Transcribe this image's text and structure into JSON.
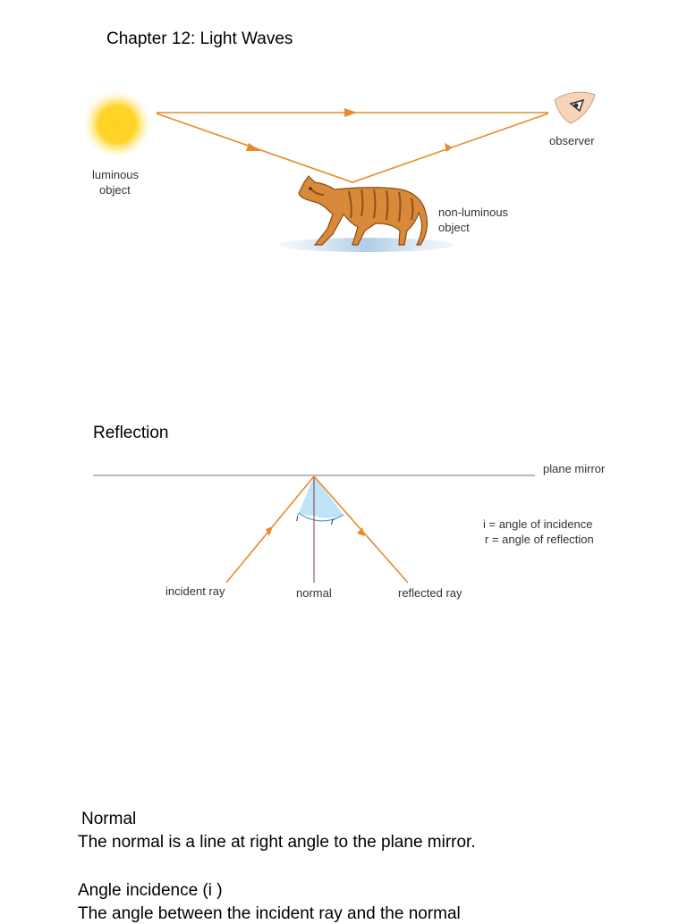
{
  "page_title": "Chapter 12: Light Waves",
  "diagram1": {
    "luminous_label_line1": "luminous",
    "luminous_label_line2": "object",
    "observer_label": "observer",
    "nonluminous_label_line1": "non-luminous",
    "nonluminous_label_line2": "object"
  },
  "reflection_heading": "Reflection",
  "diagram2": {
    "mirror_label": "plane mirror",
    "i_symbol": "i",
    "r_symbol": "r",
    "legend_i": "i = angle of incidence",
    "legend_r": "r = angle of reflection",
    "incident_label": "incident ray",
    "normal_label": "normal",
    "reflected_label": "reflected ray"
  },
  "definitions": {
    "normal_heading": "Normal",
    "normal_text": "The normal is a line at right angle to the plane mirror.",
    "incidence_heading": "Angle incidence (i )",
    "incidence_text": "The angle between the incident ray and the normal"
  },
  "colors": {
    "ray": "#e88a2a",
    "sun": "#ffd21f",
    "angle_fill": "#bfe3f7",
    "mirror": "#b9b9b9"
  }
}
